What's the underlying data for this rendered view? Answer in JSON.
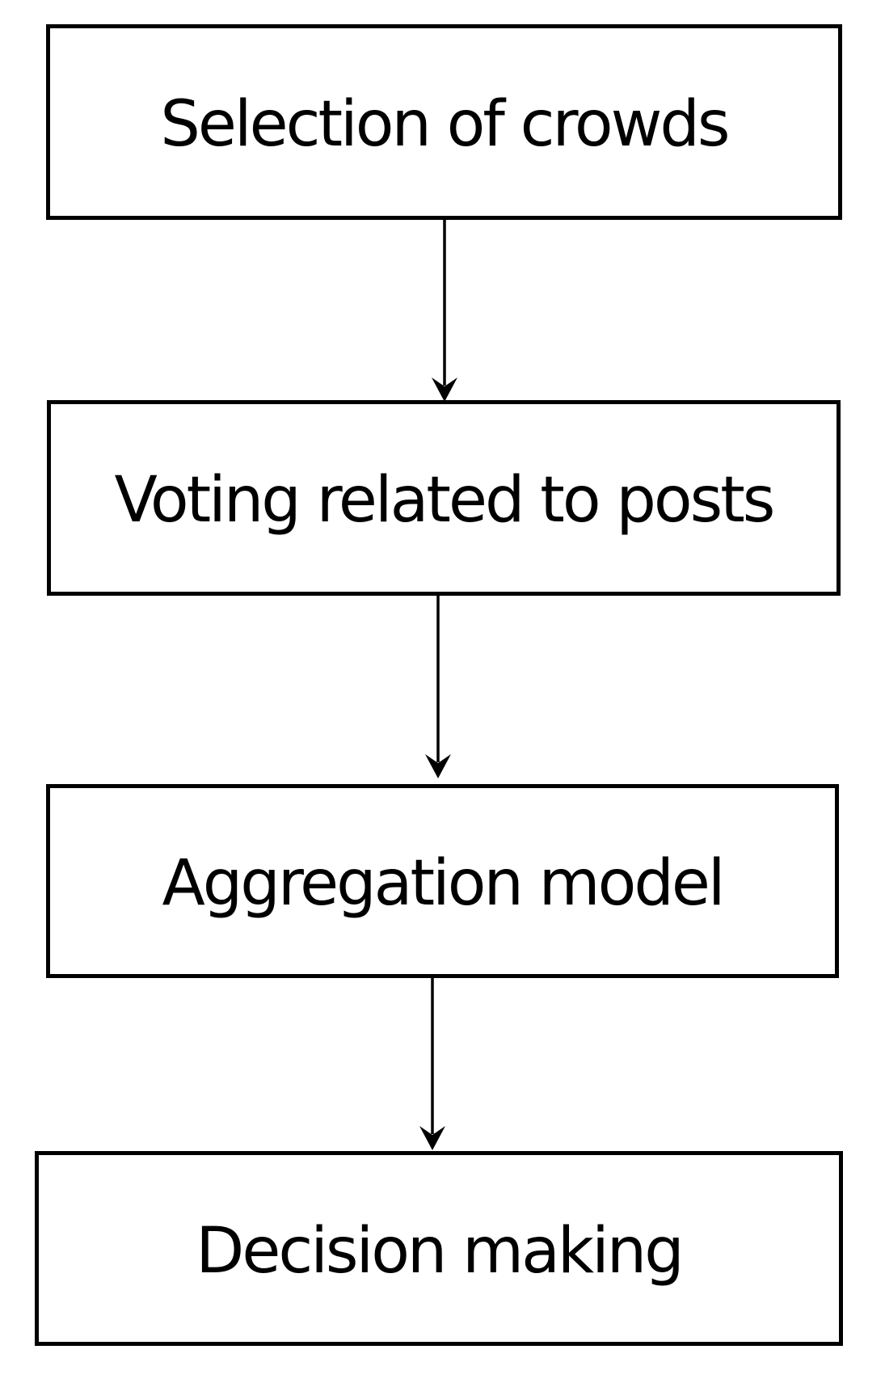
{
  "diagram": {
    "type": "flowchart",
    "orientation": "vertical",
    "colors": {
      "background": "#ffffff",
      "node_fill": "#ffffff",
      "node_border": "#000000",
      "text": "#000000",
      "arrow": "#000000"
    },
    "nodes": [
      {
        "id": "selection-of-crowds",
        "label": "Selection of crowds"
      },
      {
        "id": "voting-related-to-posts",
        "label": "Voting related to posts"
      },
      {
        "id": "aggregation-model",
        "label": "Aggregation model"
      },
      {
        "id": "decision-making",
        "label": "Decision making"
      }
    ],
    "edges": [
      {
        "from": "selection-of-crowds",
        "to": "voting-related-to-posts",
        "label": ""
      },
      {
        "from": "voting-related-to-posts",
        "to": "aggregation-model",
        "label": ""
      },
      {
        "from": "aggregation-model",
        "to": "decision-making",
        "label": ""
      }
    ]
  }
}
